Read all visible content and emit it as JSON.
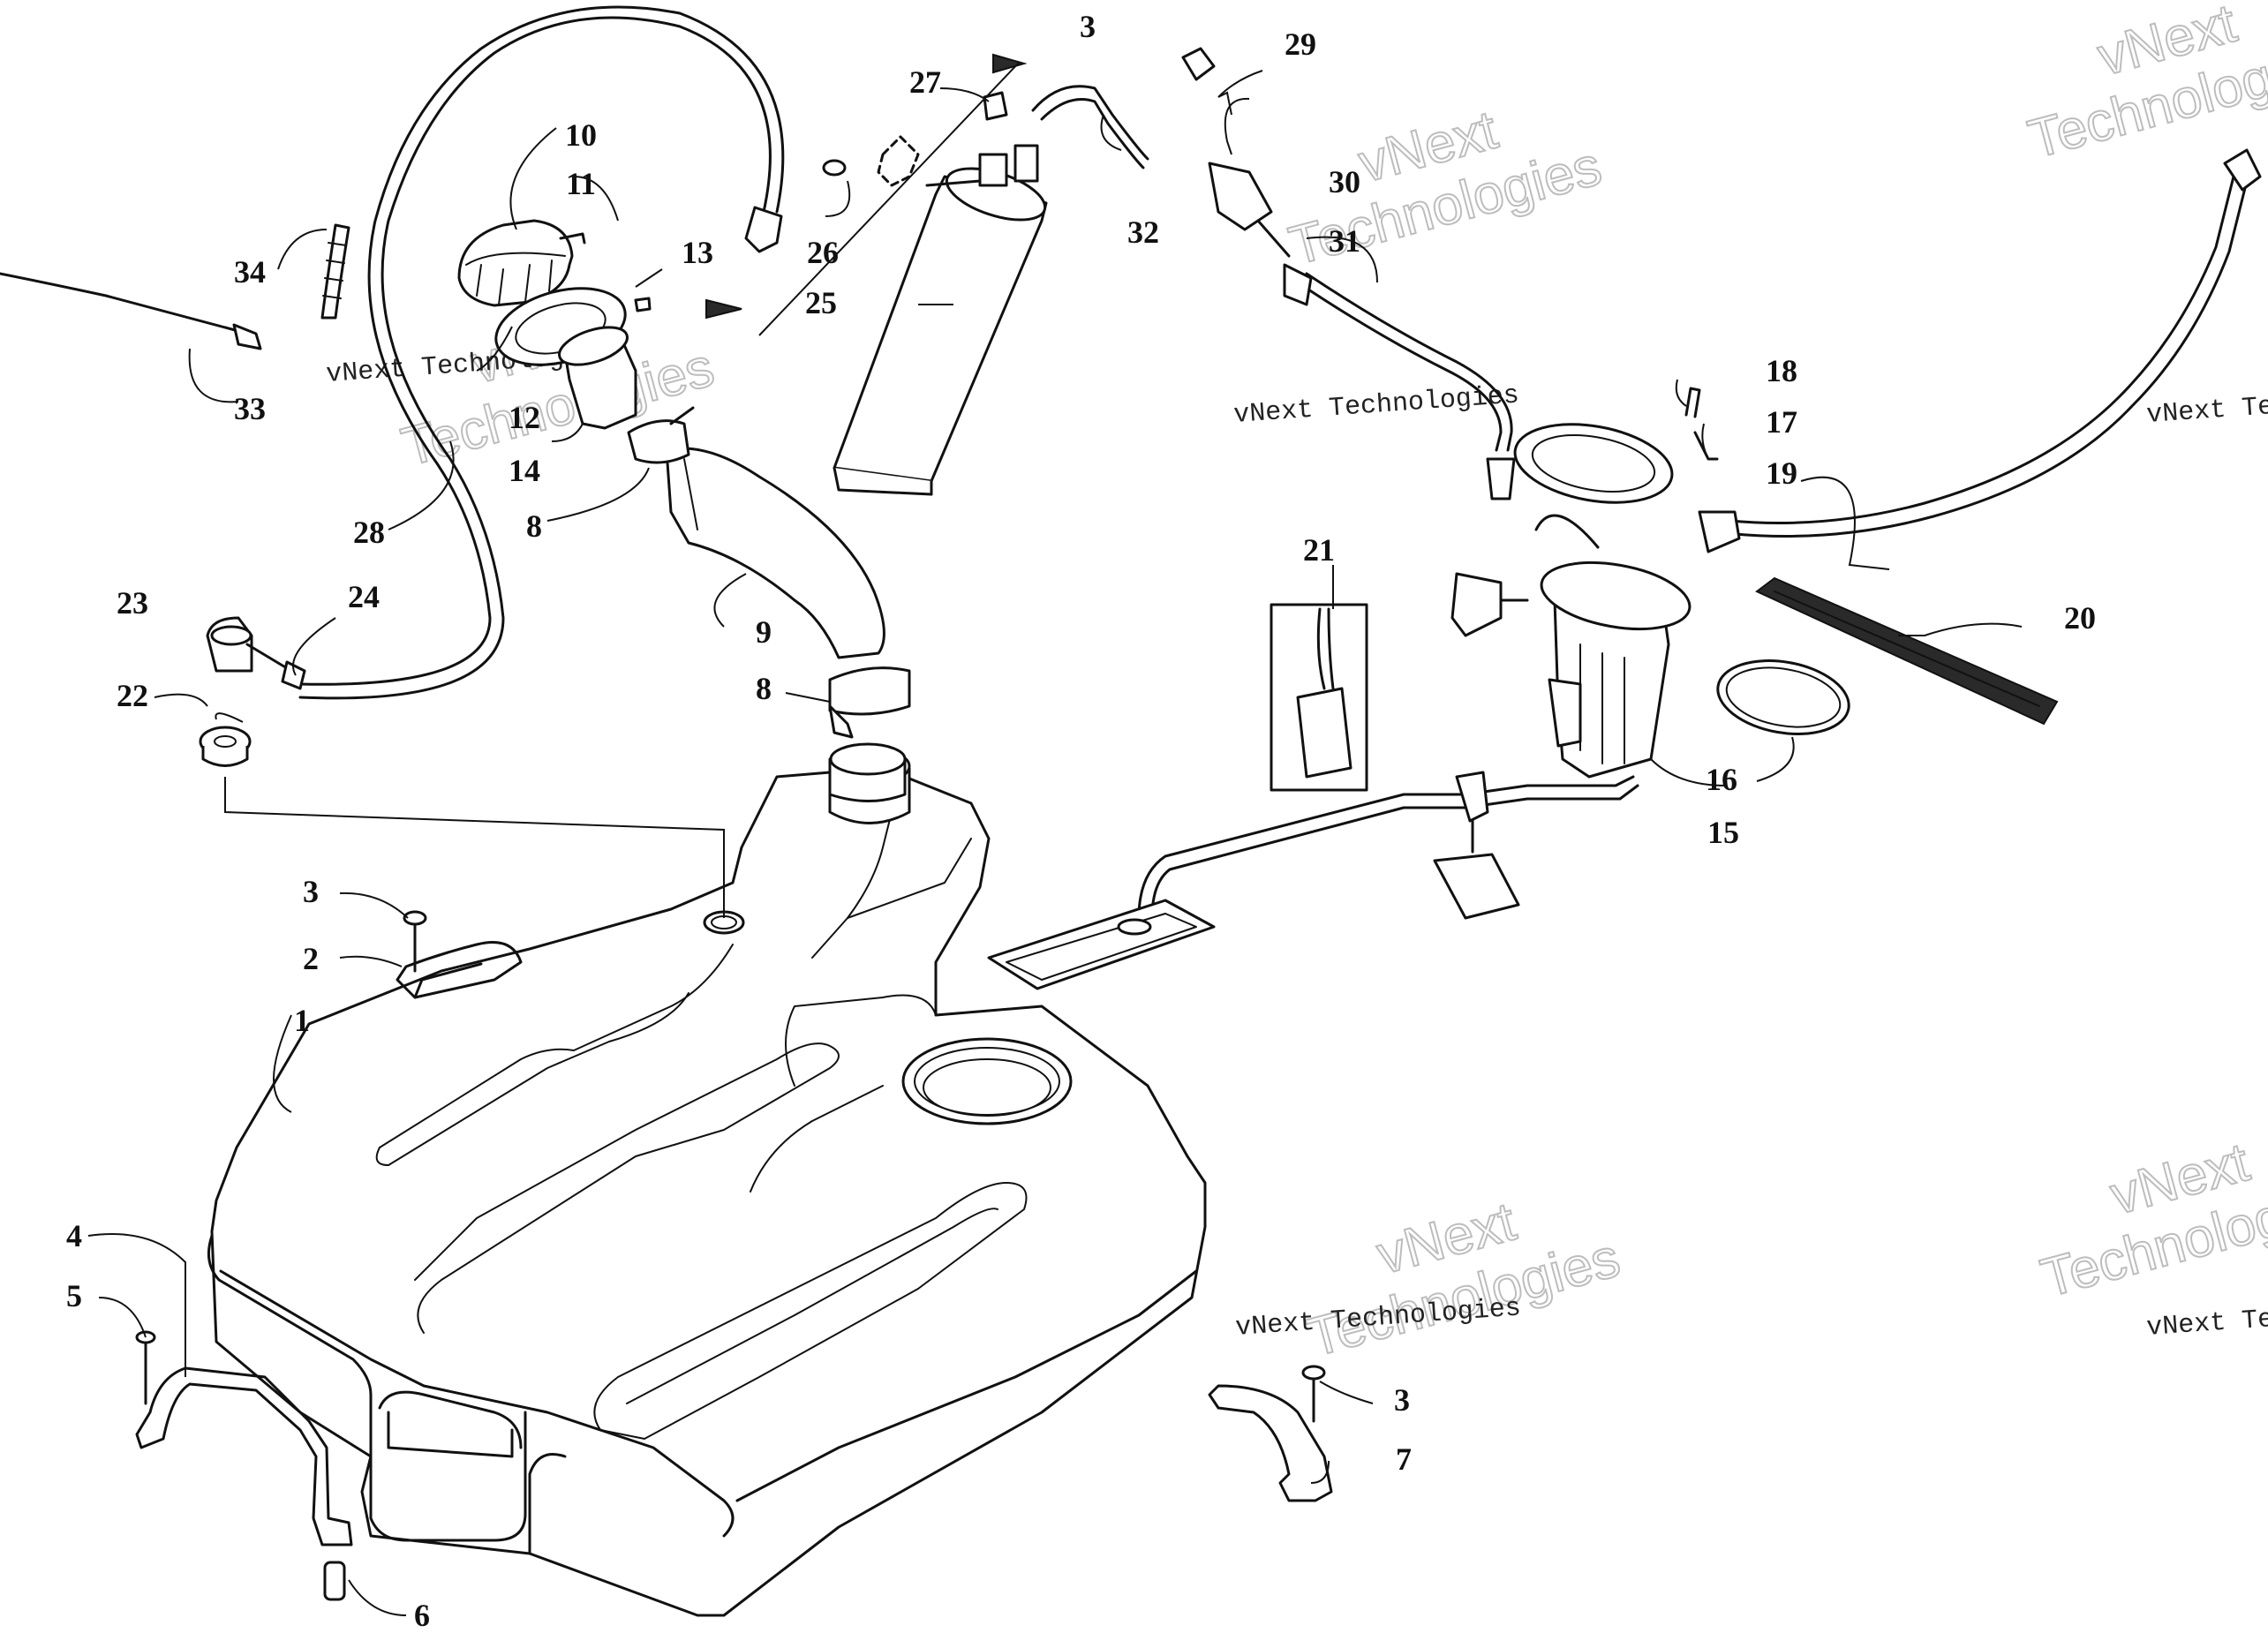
{
  "diagram": {
    "callouts": [
      {
        "n": "1"
      },
      {
        "n": "2"
      },
      {
        "n": "3"
      },
      {
        "n": "3"
      },
      {
        "n": "3"
      },
      {
        "n": "4"
      },
      {
        "n": "5"
      },
      {
        "n": "6"
      },
      {
        "n": "7"
      },
      {
        "n": "8"
      },
      {
        "n": "8"
      },
      {
        "n": "9"
      },
      {
        "n": "10"
      },
      {
        "n": "11"
      },
      {
        "n": "12"
      },
      {
        "n": "13"
      },
      {
        "n": "14"
      },
      {
        "n": "15"
      },
      {
        "n": "16"
      },
      {
        "n": "17"
      },
      {
        "n": "18"
      },
      {
        "n": "19"
      },
      {
        "n": "20"
      },
      {
        "n": "21"
      },
      {
        "n": "22"
      },
      {
        "n": "23"
      },
      {
        "n": "24"
      },
      {
        "n": "25"
      },
      {
        "n": "26"
      },
      {
        "n": "27"
      },
      {
        "n": "28"
      },
      {
        "n": "29"
      },
      {
        "n": "30"
      },
      {
        "n": "31"
      },
      {
        "n": "32"
      },
      {
        "n": "33"
      },
      {
        "n": "34"
      }
    ],
    "watermark": {
      "line1": "vNext Technologies",
      "line2_a": "vNext",
      "line2_b": "Technologies"
    }
  }
}
